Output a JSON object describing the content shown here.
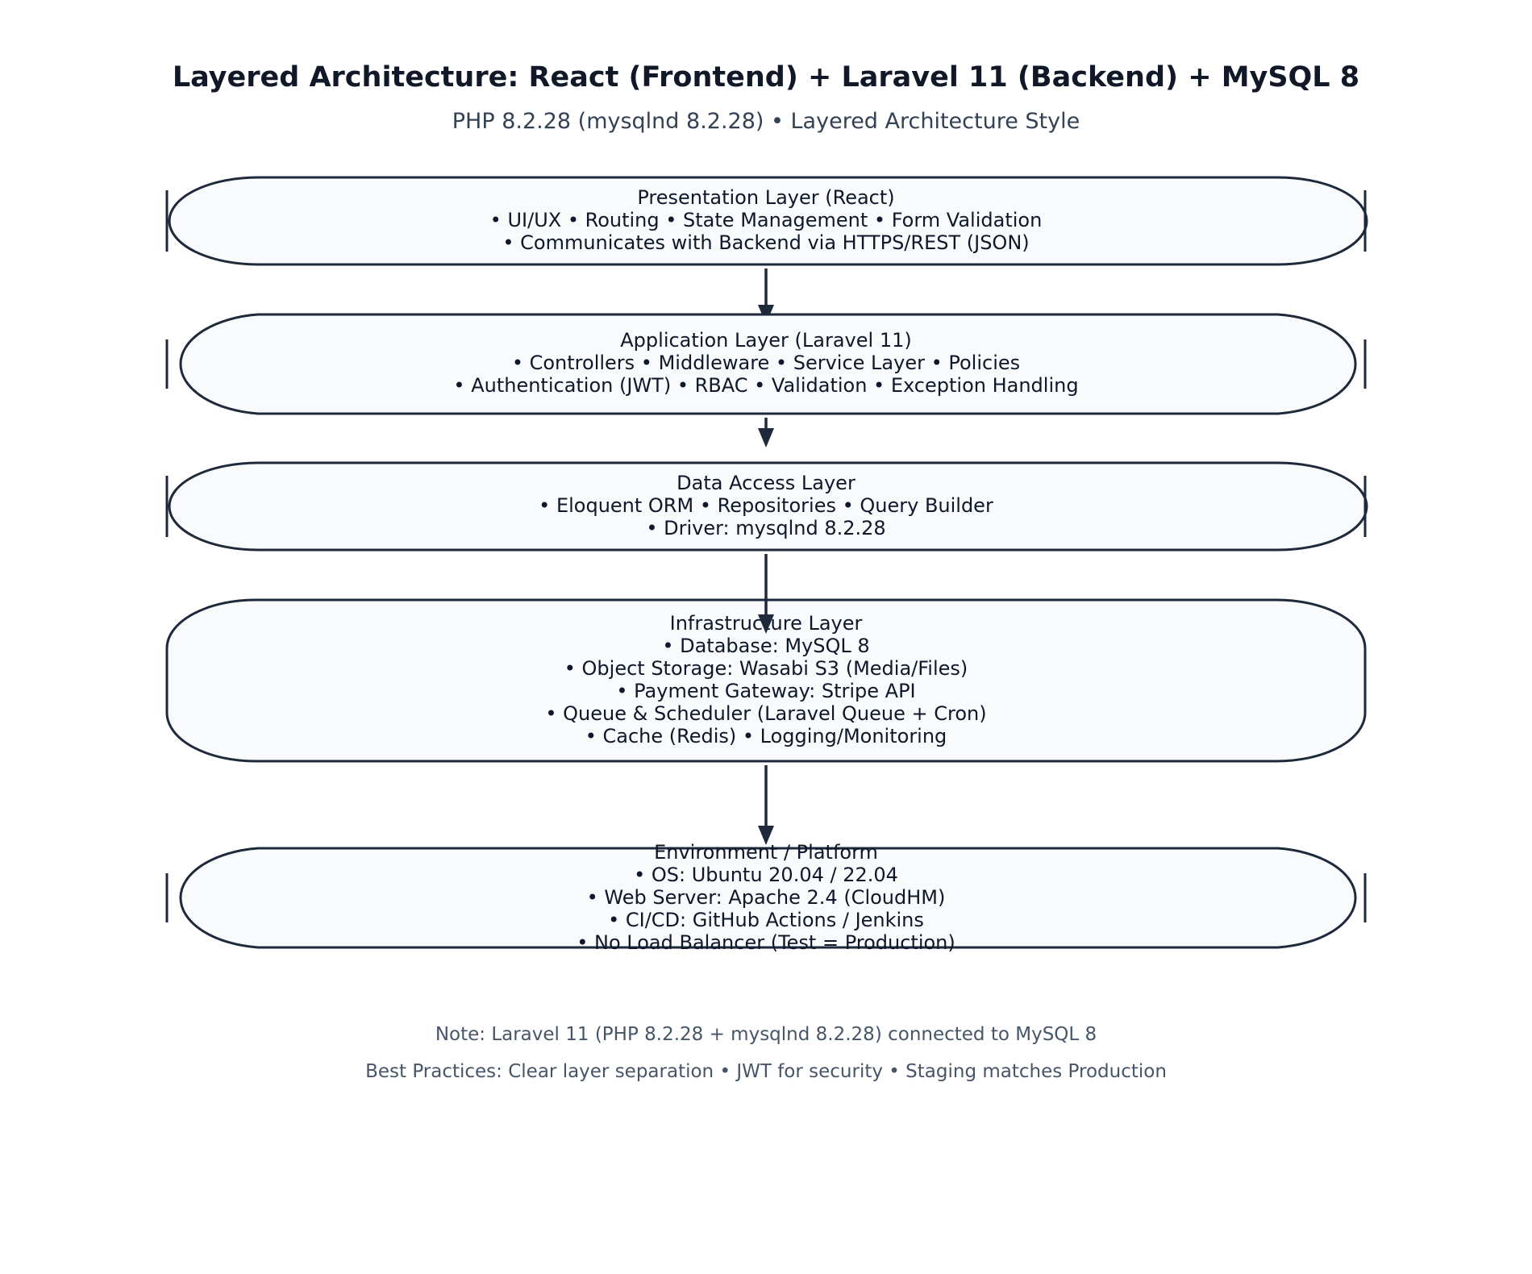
{
  "title": "Layered Architecture: React (Frontend) + Laravel 11 (Backend) + MySQL 8",
  "subtitle": "PHP 8.2.28 (mysqlnd 8.2.28) • Layered Architecture Style",
  "layers": [
    {
      "id": "presentation",
      "lines": [
        "Presentation Layer (React)",
        "• UI/UX • Routing • State Management • Form Validation",
        "• Communicates with Backend via HTTPS/REST (JSON)"
      ]
    },
    {
      "id": "application",
      "lines": [
        "Application Layer (Laravel 11)",
        "• Controllers • Middleware • Service Layer • Policies",
        "• Authentication (JWT) • RBAC • Validation • Exception Handling"
      ]
    },
    {
      "id": "data-access",
      "lines": [
        "Data Access Layer",
        "• Eloquent ORM • Repositories • Query Builder",
        "• Driver: mysqlnd 8.2.28"
      ]
    },
    {
      "id": "infrastructure",
      "lines": [
        "Infrastructure Layer",
        "• Database: MySQL 8",
        "• Object Storage: Wasabi S3 (Media/Files)",
        "• Payment Gateway: Stripe API",
        "• Queue & Scheduler (Laravel Queue + Cron)",
        "• Cache (Redis) • Logging/Monitoring"
      ]
    },
    {
      "id": "environment",
      "lines": [
        "Environment / Platform",
        "• OS: Ubuntu 20.04 / 22.04",
        "• Web Server: Apache 2.4 (CloudHM)",
        "• CI/CD: GitHub Actions / Jenkins",
        "• No Load Balancer (Test = Production)"
      ]
    }
  ],
  "notes": [
    "Note: Laravel 11 (PHP 8.2.28 + mysqlnd 8.2.28) connected to MySQL 8",
    "Best Practices: Clear layer separation • JWT for security • Staging matches Production"
  ],
  "colors": {
    "title": "#111827",
    "subtitle": "#334155",
    "box_fill": "#f8fafc",
    "box_stroke": "#1e293b",
    "box_text": "#0f172a",
    "arrow": "#1e293b",
    "note": "#475569"
  }
}
